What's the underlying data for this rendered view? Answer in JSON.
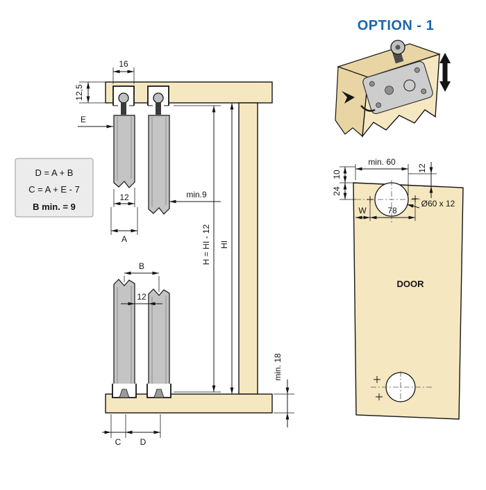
{
  "title": "OPTION - 1",
  "colors": {
    "accent_blue": "#1a66ad",
    "wood_light": "#f5e7c0",
    "wood_shade": "#e9d5a3",
    "door_gray": "#c4c4c4",
    "line_dark": "#141414",
    "formula_box_bg": "#ececec"
  },
  "formula_box": {
    "line1": "D = A + B",
    "line2": "C = A + E - 7",
    "line3": "B min. = 9"
  },
  "cross_section": {
    "dim_track_width": "16",
    "dim_top_panel_thickness": "12,5",
    "dim_e": "E",
    "dim_door_thickness_top": "12",
    "dim_a": "A",
    "dim_min_clearance": "min.9",
    "dim_door_height": "H = HI - 12",
    "dim_interior_height": "HI",
    "dim_b": "B",
    "dim_door_thickness_bottom": "12",
    "dim_bottom_panel_thickness": "min. 18",
    "dim_c": "C",
    "dim_d": "D"
  },
  "door_panel": {
    "dim_min_60": "min. 60",
    "dim_10": "10",
    "dim_24": "24",
    "dim_12": "12",
    "dim_w": "W",
    "dim_78": "78",
    "hole_spec": "Ø60 x 12",
    "label": "DOOR"
  }
}
